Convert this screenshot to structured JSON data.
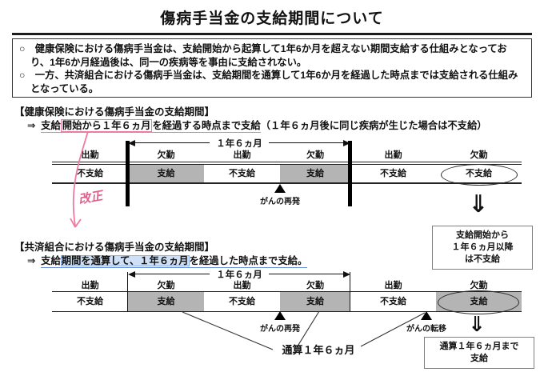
{
  "page_title": "傷病手当金の支給期間について",
  "intro_box": {
    "bullets": [
      "○　健康保険における傷病手当金は、支給開始から起算して1年6か月を超えない期間支給する仕組みとなっており、1年6か月経過後は、同一の疾病等を事由に支給されない。",
      "○　一方、共済組合における傷病手当金は、支給期間を通算して1年6か月を経過した時点までは支給される仕組みとなっている。"
    ]
  },
  "section1": {
    "heading": "【健康保険における傷病手当金の支給期間】",
    "lead": {
      "marker": "⇒",
      "part1": "支給",
      "boxed": "開始から１年６ヵ月",
      "part2": "を経過する時点まで支給",
      "note": "（１年６ヵ月後に同じ疾病が生じた場合は不支給）"
    },
    "span_label": "１年６ヵ月",
    "timeline": {
      "columns": [
        {
          "attendance": "出勤",
          "payment": "不支給"
        },
        {
          "attendance": "欠勤",
          "payment": "支給"
        },
        {
          "attendance": "出勤",
          "payment": "不支給"
        },
        {
          "attendance": "欠勤",
          "payment": "支給"
        },
        {
          "attendance": "出勤",
          "payment": "不支給"
        },
        {
          "attendance": "欠勤",
          "payment": "不支給"
        }
      ],
      "event1": "がんの再発"
    },
    "result_box": {
      "line1": "支給開始から",
      "line2": "１年６ヵ月以降",
      "line3": "は不支給"
    },
    "handwritten_note": "改正"
  },
  "section2": {
    "heading": "【共済組合における傷病手当金の支給期間】",
    "lead": {
      "marker": "⇒",
      "part1": "支給",
      "highlighted": "期間を通算して、１年６ヵ月",
      "part2": "を経過した時点まで支給。"
    },
    "span_label": "１年６ヵ月",
    "timeline": {
      "columns": [
        {
          "attendance": "出勤",
          "payment": "不支給"
        },
        {
          "attendance": "欠勤",
          "payment": "支給"
        },
        {
          "attendance": "出勤",
          "payment": "不支給"
        },
        {
          "attendance": "欠勤",
          "payment": "支給"
        },
        {
          "attendance": "出勤",
          "payment": "不支給"
        },
        {
          "attendance": "欠勤",
          "payment": "支給"
        }
      ],
      "event1": "がんの再発",
      "event2": "がんの転移",
      "total_label": "通算１年６ヵ月"
    },
    "result_box": {
      "line1": "通算１年６ヵ月まで",
      "line2": "支給"
    }
  },
  "icons": {
    "down_double_arrow": "⇓"
  },
  "colors": {
    "cell_gray": "#b4b4b4",
    "annotation_pink": "#e2608c",
    "highlight_blue_bg": "#cfe0f6",
    "underline_blue": "#6b8fd8"
  }
}
